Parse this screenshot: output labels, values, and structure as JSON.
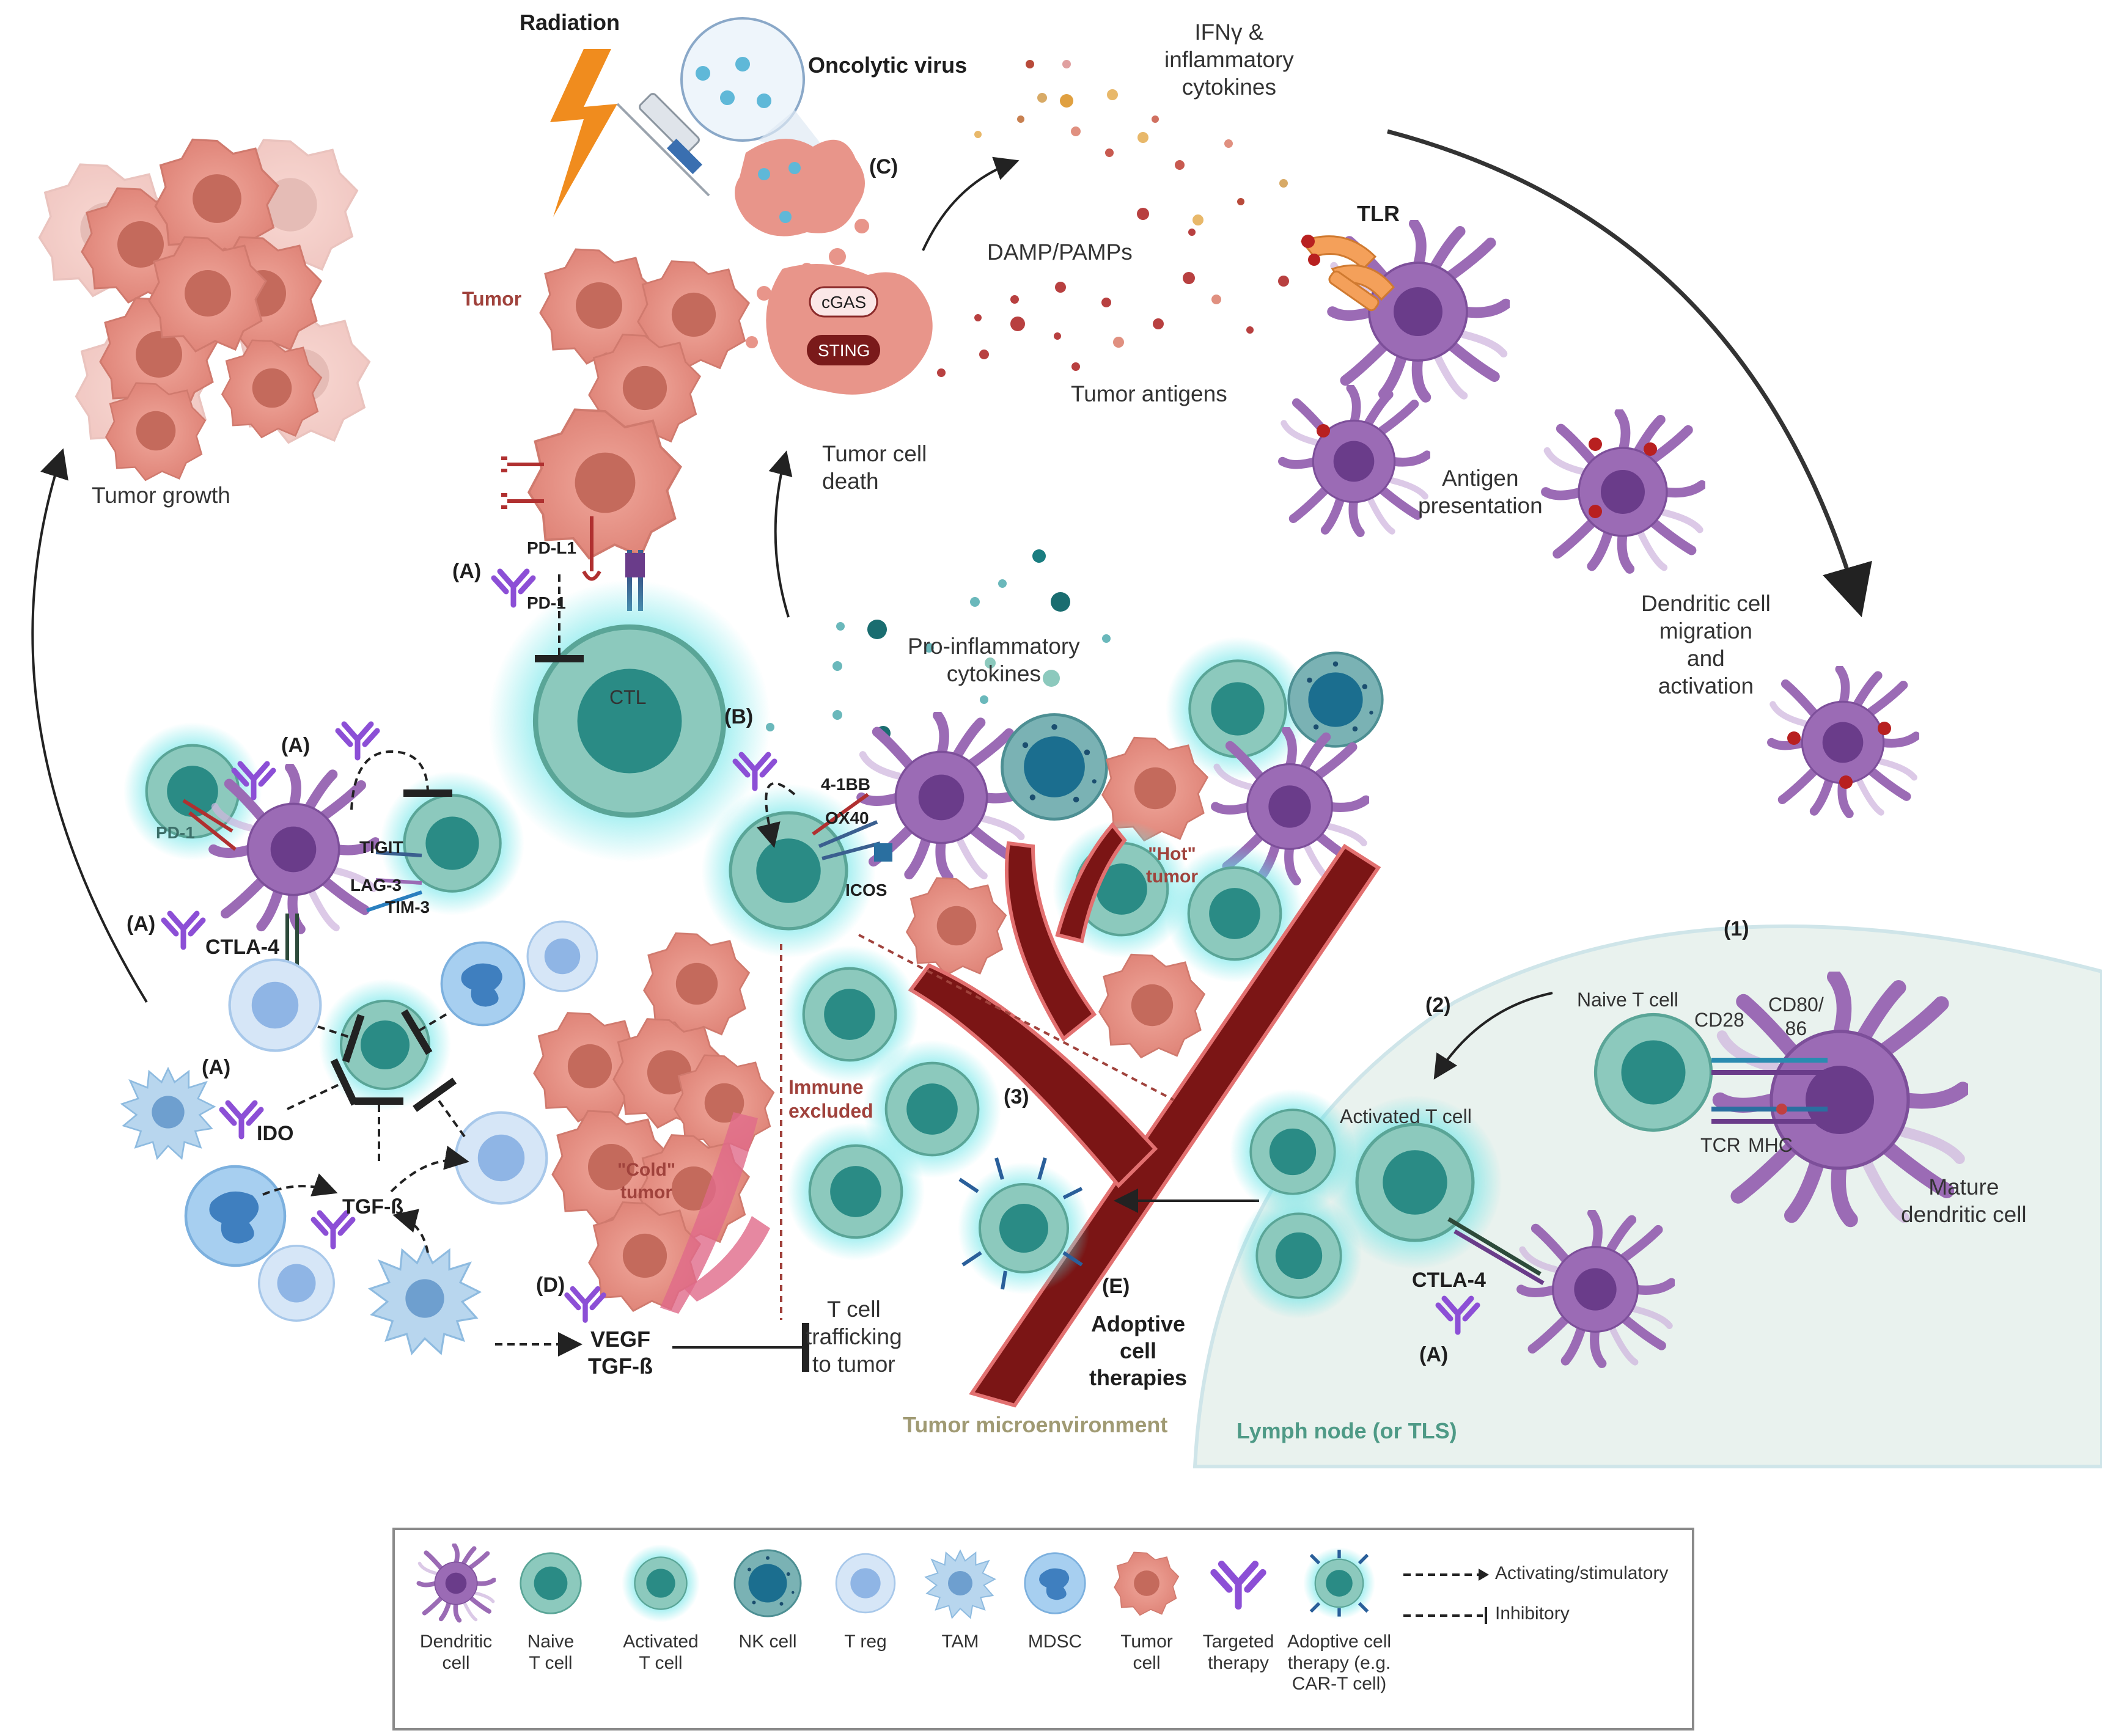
{
  "labels": {
    "radiation": "Radiation",
    "oncolytic_virus": "Oncolytic virus",
    "ifn": "IFNγ &\ninflammatory\ncytokines",
    "damp": "DAMP/PAMPs",
    "tlr": "TLR",
    "tumor_antigens": "Tumor antigens",
    "antigen_presentation": "Antigen\npresentation",
    "dc_migration": "Dendritic cell\nmigration\nand\nactivation",
    "tumor": "Tumor",
    "tumor_growth": "Tumor growth",
    "tumor_cell_death": "Tumor cell\ndeath",
    "cgas": "cGAS",
    "sting": "STING",
    "c": "(C)",
    "a_top": "(A)",
    "pd_l1": "PD-L1",
    "pd_1_top": "PD-1",
    "ctl": "CTL",
    "pro_inflammatory": "Pro-inflammatory\ncytokines",
    "b": "(B)",
    "fourbb": "4-1BB",
    "ox40": "OX40",
    "icos": "ICOS",
    "hot_tumor": "\"Hot\"\ntumor",
    "a_left": "(A)",
    "tigit": "TIGIT",
    "lag3": "LAG-3",
    "tim3": "TIM-3",
    "pd_1_left": "PD-1",
    "a_ctla": "(A)",
    "ctla4_left": "CTLA-4",
    "a_ido": "(A)",
    "ido": "IDO",
    "tgfb": "TGF-ß",
    "cold_tumor": "\"Cold\"\ntumor",
    "immune_excluded": "Immune\nexcluded",
    "d": "(D)",
    "vegf": "VEGF\nTGF-ß",
    "t_trafficking": "T cell\ntrafficking\nto tumor",
    "three": "(3)",
    "e": "(E)",
    "adoptive": "Adoptive\ncell\ntherapies",
    "tme": "Tumor microenvironment",
    "lymph_node": "Lymph node (or TLS)",
    "one": "(1)",
    "two": "(2)",
    "naive_t": "Naive T cell",
    "cd28": "CD28",
    "cd80": "CD80/\n86",
    "tcr": "TCR",
    "mhc": "MHC",
    "mature_dc": "Mature\ndendritic cell",
    "activated_t": "Activated T cell",
    "ctla4_right": "CTLA-4",
    "a_right": "(A)"
  },
  "legend": {
    "items": [
      {
        "label": "Dendritic\ncell",
        "icon": "dendritic-cell-icon"
      },
      {
        "label": "Naive\nT cell",
        "icon": "naive-t-cell-icon"
      },
      {
        "label": "Activated\nT cell",
        "icon": "activated-t-cell-icon"
      },
      {
        "label": "NK cell",
        "icon": "nk-cell-icon"
      },
      {
        "label": "T reg",
        "icon": "t-reg-icon"
      },
      {
        "label": "TAM",
        "icon": "tam-icon"
      },
      {
        "label": "MDSC",
        "icon": "mdsc-icon"
      },
      {
        "label": "Tumor\ncell",
        "icon": "tumor-cell-icon"
      },
      {
        "label": "Targeted\ntherapy",
        "icon": "antibody-icon"
      },
      {
        "label": "Adoptive cell\ntherapy (e.g.\nCAR-T cell)",
        "icon": "car-t-cell-icon"
      }
    ],
    "activating": "Activating/stimulatory",
    "inhibitory": "Inhibitory"
  },
  "colors": {
    "tumor": "#e8958a",
    "tumor_nucleus": "#c46a5c",
    "dendritic": "#9b6bb5",
    "t_cell": "#7fc2b5",
    "t_nucleus": "#2a8b85",
    "activated_glow": "#5fe3e6",
    "treg": "#b9d6f0",
    "vessel": "#7b1515",
    "lymph_node_bg": "#e9f2ee",
    "antibody": "#8c4fd6"
  }
}
